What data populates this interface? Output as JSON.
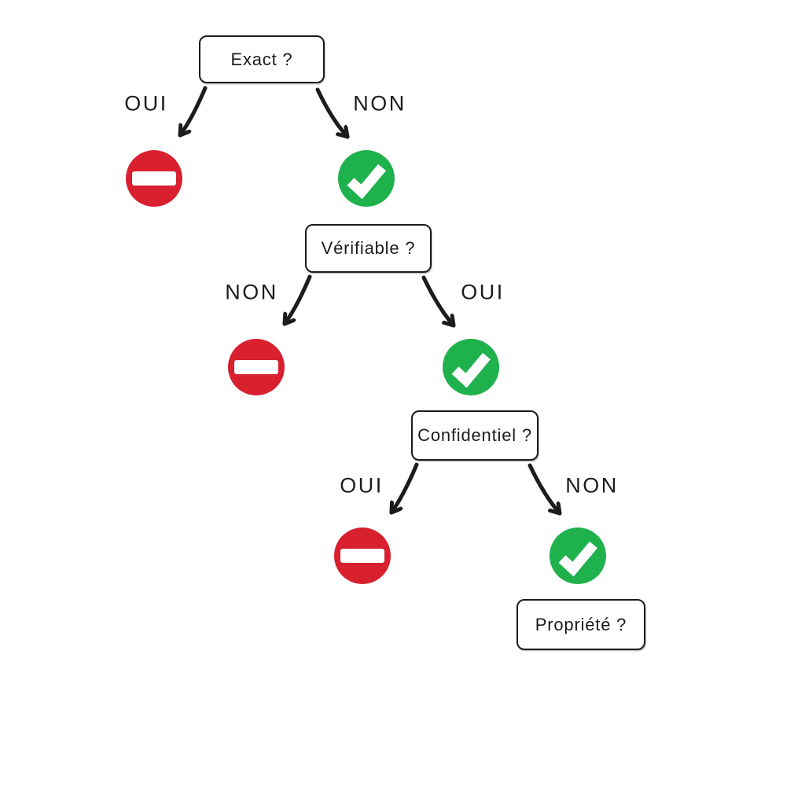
{
  "diagram": {
    "colors": {
      "background": "#ffffff",
      "ink": "#1c1c1c",
      "stop_red": "#d8202f",
      "check_green": "#1fb14b"
    },
    "icons": {
      "stop": "no-entry-icon",
      "check": "check-circle-icon"
    },
    "nodes": [
      {
        "label": "Exact ?"
      },
      {
        "label": "Vérifiable ?"
      },
      {
        "label": "Confidentiel ?"
      },
      {
        "label": "Propriété ?"
      }
    ],
    "branches": [
      {
        "from": "Exact ?",
        "left": "OUI",
        "left_icon": "no-entry-icon",
        "right": "NON",
        "right_icon": "check-circle-icon"
      },
      {
        "from": "Vérifiable ?",
        "left": "NON",
        "left_icon": "no-entry-icon",
        "right": "OUI",
        "right_icon": "check-circle-icon"
      },
      {
        "from": "Confidentiel ?",
        "left": "OUI",
        "left_icon": "no-entry-icon",
        "right": "NON",
        "right_icon": "check-circle-icon"
      }
    ]
  }
}
